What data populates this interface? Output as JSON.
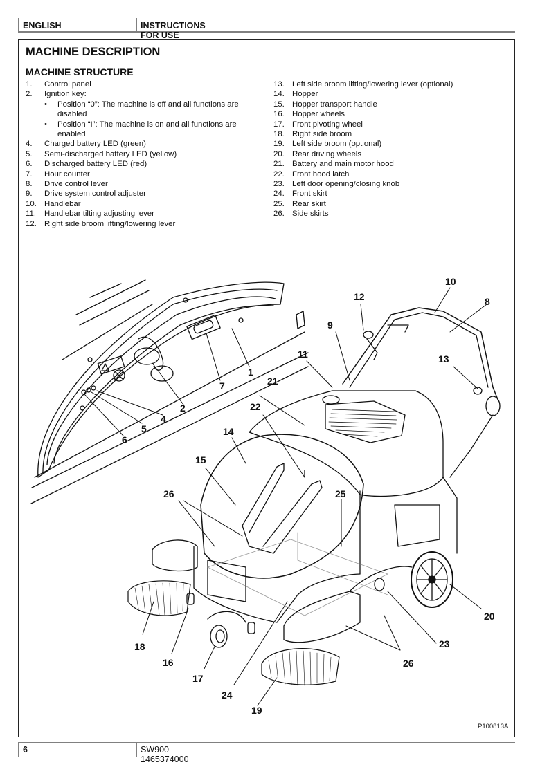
{
  "header": {
    "language": "ENGLISH",
    "section": "INSTRUCTIONS FOR USE"
  },
  "page": {
    "title": "MACHINE DESCRIPTION",
    "subtitle": "MACHINE STRUCTURE"
  },
  "left_list": [
    {
      "num": "1.",
      "text": "Control panel"
    },
    {
      "num": "2.",
      "text": "Ignition key:",
      "bullets": [
        {
          "bullet": "•",
          "text": "Position “0”: The machine is off and all functions are disabled"
        },
        {
          "bullet": "•",
          "text": "Position “I”: The machine is on and all functions are enabled"
        }
      ]
    },
    {
      "num": "4.",
      "text": "Charged battery LED (green)"
    },
    {
      "num": "5.",
      "text": "Semi-discharged battery LED (yellow)"
    },
    {
      "num": "6.",
      "text": "Discharged battery LED (red)"
    },
    {
      "num": "7.",
      "text": "Hour counter"
    },
    {
      "num": "8.",
      "text": "Drive control lever"
    },
    {
      "num": "9.",
      "text": "Drive system control adjuster"
    },
    {
      "num": "10.",
      "text": "Handlebar"
    },
    {
      "num": "11.",
      "text": "Handlebar tilting adjusting lever"
    },
    {
      "num": "12.",
      "text": "Right side broom lifting/lowering lever"
    }
  ],
  "right_list": [
    {
      "num": "13.",
      "text": "Left side broom lifting/lowering lever (optional)"
    },
    {
      "num": "14.",
      "text": "Hopper"
    },
    {
      "num": "15.",
      "text": "Hopper transport handle"
    },
    {
      "num": "16.",
      "text": "Hopper wheels"
    },
    {
      "num": "17.",
      "text": "Front pivoting wheel"
    },
    {
      "num": "18.",
      "text": "Right side broom"
    },
    {
      "num": "19.",
      "text": "Left side broom (optional)"
    },
    {
      "num": "20.",
      "text": "Rear driving wheels"
    },
    {
      "num": "21.",
      "text": "Battery and main motor hood"
    },
    {
      "num": "22.",
      "text": "Front hood latch"
    },
    {
      "num": "23.",
      "text": "Left door opening/closing knob"
    },
    {
      "num": "24.",
      "text": "Front skirt"
    },
    {
      "num": "25.",
      "text": "Rear skirt"
    },
    {
      "num": "26.",
      "text": "Side skirts"
    }
  ],
  "figure": {
    "reference": "P100813A",
    "callouts": [
      "1",
      "2",
      "4",
      "5",
      "6",
      "7",
      "8",
      "9",
      "10",
      "11",
      "12",
      "13",
      "14",
      "15",
      "16",
      "17",
      "18",
      "19",
      "20",
      "21",
      "22",
      "23",
      "24",
      "25",
      "26",
      "26"
    ]
  },
  "footer": {
    "page_number": "6",
    "document": "SW900 - 1465374000"
  }
}
